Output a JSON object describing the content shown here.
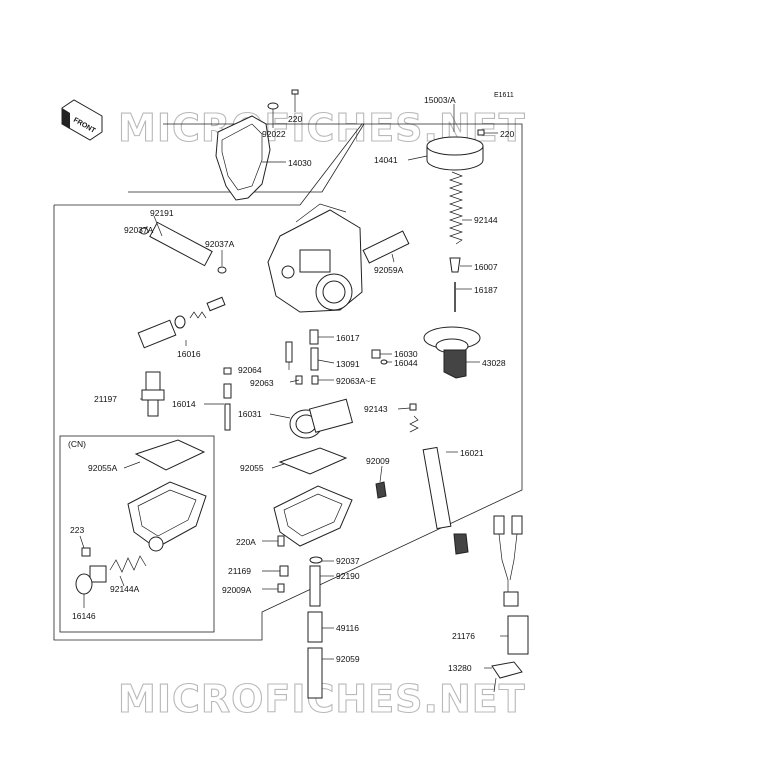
{
  "diagram": {
    "ref_code": "E1611",
    "front_label": "FRONT",
    "cn_label": "(CN)",
    "watermark": "MICROFICHES.NET"
  },
  "parts": [
    {
      "id": "p220a",
      "text": "220"
    },
    {
      "id": "p92022",
      "text": "92022"
    },
    {
      "id": "p14030",
      "text": "14030"
    },
    {
      "id": "p15003",
      "text": "15003/A"
    },
    {
      "id": "p220b",
      "text": "220"
    },
    {
      "id": "p14041",
      "text": "14041"
    },
    {
      "id": "p92144",
      "text": "92144"
    },
    {
      "id": "p16007",
      "text": "16007"
    },
    {
      "id": "p16187",
      "text": "16187"
    },
    {
      "id": "p92191",
      "text": "92191"
    },
    {
      "id": "p92037a1",
      "text": "92037A"
    },
    {
      "id": "p92037a2",
      "text": "92037A"
    },
    {
      "id": "p92059a",
      "text": "92059A"
    },
    {
      "id": "p16016",
      "text": "16016"
    },
    {
      "id": "p16017",
      "text": "16017"
    },
    {
      "id": "p16030",
      "text": "16030"
    },
    {
      "id": "p16044",
      "text": "16044"
    },
    {
      "id": "p43028",
      "text": "43028"
    },
    {
      "id": "p92064",
      "text": "92064"
    },
    {
      "id": "p13091",
      "text": "13091"
    },
    {
      "id": "p92063",
      "text": "92063"
    },
    {
      "id": "p92063ae",
      "text": "92063A~E"
    },
    {
      "id": "p21197",
      "text": "21197"
    },
    {
      "id": "p16014",
      "text": "16014"
    },
    {
      "id": "p16031",
      "text": "16031"
    },
    {
      "id": "p92143",
      "text": "92143"
    },
    {
      "id": "p16021",
      "text": "16021"
    },
    {
      "id": "p92055a",
      "text": "92055A"
    },
    {
      "id": "p92055",
      "text": "92055"
    },
    {
      "id": "p92009",
      "text": "92009"
    },
    {
      "id": "p223",
      "text": "223"
    },
    {
      "id": "p92144a",
      "text": "92144A"
    },
    {
      "id": "p16146",
      "text": "16146"
    },
    {
      "id": "p220a2",
      "text": "220A"
    },
    {
      "id": "p92037",
      "text": "92037"
    },
    {
      "id": "p21169",
      "text": "21169"
    },
    {
      "id": "p92190",
      "text": "92190"
    },
    {
      "id": "p92009a",
      "text": "92009A"
    },
    {
      "id": "p49116",
      "text": "49116"
    },
    {
      "id": "p92059",
      "text": "92059"
    },
    {
      "id": "p21176",
      "text": "21176"
    },
    {
      "id": "p13280",
      "text": "13280"
    }
  ]
}
